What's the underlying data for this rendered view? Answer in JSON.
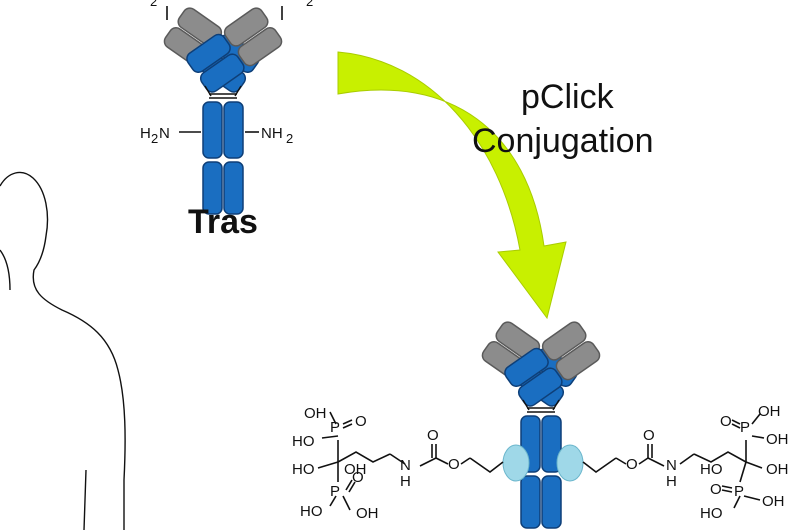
{
  "process": {
    "line1": "pClick",
    "line2": "Conjugation"
  },
  "antibody": {
    "name": "Tras",
    "amine_left_h": "H",
    "amine_left_n": "N",
    "amine_right_nh": "NH",
    "sub2": "2"
  },
  "conjugate": {
    "oh": "OH",
    "ho": "HO",
    "o": "O",
    "p": "P",
    "nh_n": "N",
    "nh_h": "H"
  },
  "colors": {
    "heavy_chain": "#1a6ec1",
    "light_chain_constant": "#8c8c8c",
    "linker": "#9fd8e8",
    "arrow": "#c8f000"
  },
  "icons": {
    "arrow": "curved-arrow-icon",
    "silhouette": "human-silhouette-icon"
  }
}
